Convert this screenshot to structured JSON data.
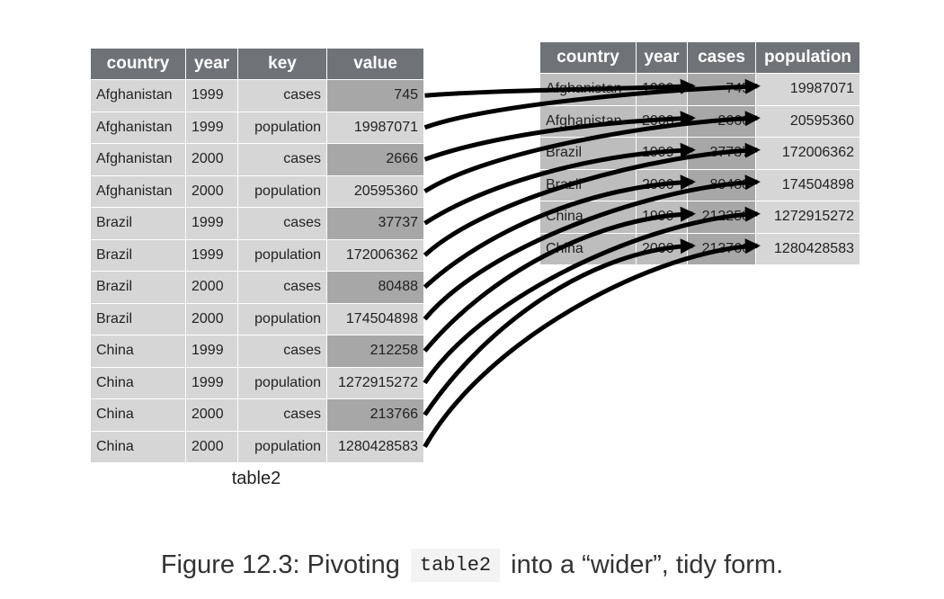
{
  "left_table": {
    "name": "table2",
    "headers": [
      "country",
      "year",
      "key",
      "value"
    ],
    "rows": [
      [
        "Afghanistan",
        "1999",
        "cases",
        "745"
      ],
      [
        "Afghanistan",
        "1999",
        "population",
        "19987071"
      ],
      [
        "Afghanistan",
        "2000",
        "cases",
        "2666"
      ],
      [
        "Afghanistan",
        "2000",
        "population",
        "20595360"
      ],
      [
        "Brazil",
        "1999",
        "cases",
        "37737"
      ],
      [
        "Brazil",
        "1999",
        "population",
        "172006362"
      ],
      [
        "Brazil",
        "2000",
        "cases",
        "80488"
      ],
      [
        "Brazil",
        "2000",
        "population",
        "174504898"
      ],
      [
        "China",
        "1999",
        "cases",
        "212258"
      ],
      [
        "China",
        "1999",
        "population",
        "1272915272"
      ],
      [
        "China",
        "2000",
        "cases",
        "213766"
      ],
      [
        "China",
        "2000",
        "population",
        "1280428583"
      ]
    ]
  },
  "right_table": {
    "headers": [
      "country",
      "year",
      "cases",
      "population"
    ],
    "rows": [
      [
        "Afghanistan",
        "1999",
        "745",
        "19987071"
      ],
      [
        "Afghanistan",
        "2000",
        "2666",
        "20595360"
      ],
      [
        "Brazil",
        "1999",
        "37737",
        "172006362"
      ],
      [
        "Brazil",
        "2000",
        "80488",
        "174504898"
      ],
      [
        "China",
        "1999",
        "212258",
        "1272915272"
      ],
      [
        "China",
        "2000",
        "213766",
        "1280428583"
      ]
    ]
  },
  "caption": {
    "prefix": "Figure 12.3: Pivoting",
    "code": "table2",
    "suffix": "into a “wider”, tidy form."
  },
  "colors": {
    "header": "#6f7378",
    "cell": "#d6d6d6",
    "cell_shaded": "#a7a7a7",
    "arrow": "#000000"
  }
}
